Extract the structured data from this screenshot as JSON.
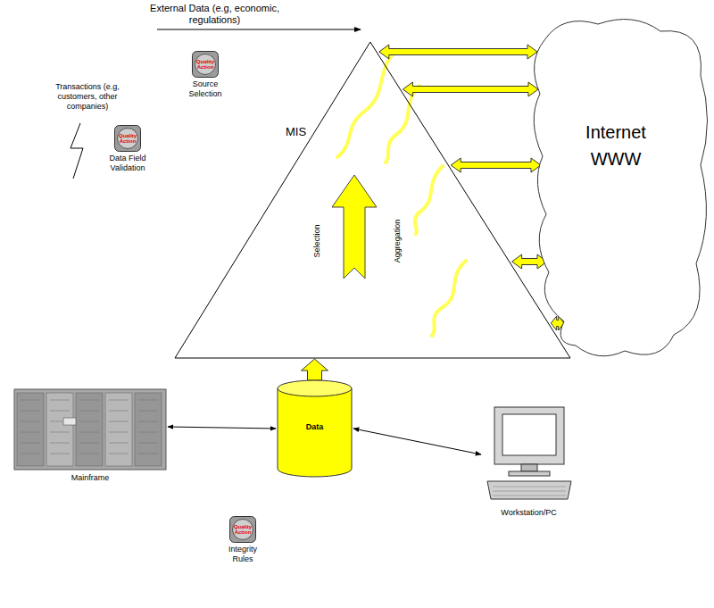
{
  "diagram": {
    "nodes": [
      {
        "text": [
          "Quality Action",
          "Source Selection"
        ]
      },
      {
        "text": [
          "MIS",
          "Selection",
          "Aggregation"
        ]
      },
      {
        "text": [
          "Internet WWW"
        ]
      },
      {
        "text": [
          "Quality Action",
          "Data Field Validation"
        ]
      },
      {
        "text": [
          "Mainframe"
        ]
      },
      {
        "text": [
          "Data"
        ]
      },
      {
        "text": [
          "Workstation/PC"
        ]
      },
      {
        "text": [
          "Quality Action",
          "Integrity Rules"
        ]
      }
    ],
    "edges": [
      {
        "from": 4,
        "to": 5,
        "arrow": "both"
      },
      {
        "from": 5,
        "to": 6,
        "arrow": "both"
      },
      {
        "from": 5,
        "to": 1,
        "arrow": "to"
      },
      {
        "from": 1,
        "to": 2,
        "arrow": "both"
      },
      {
        "from": 1,
        "to": 2,
        "arrow": "both"
      },
      {
        "from": 1,
        "to": 2,
        "arrow": "both"
      },
      {
        "from": 1,
        "to": 2,
        "arrow": "both"
      },
      {
        "from": 1,
        "to": 2,
        "arrow": "both"
      }
    ],
    "labels": [
      "External Data (e.g, economic, regulations)",
      "Transactions (e.g, customers, other companies)"
    ]
  }
}
